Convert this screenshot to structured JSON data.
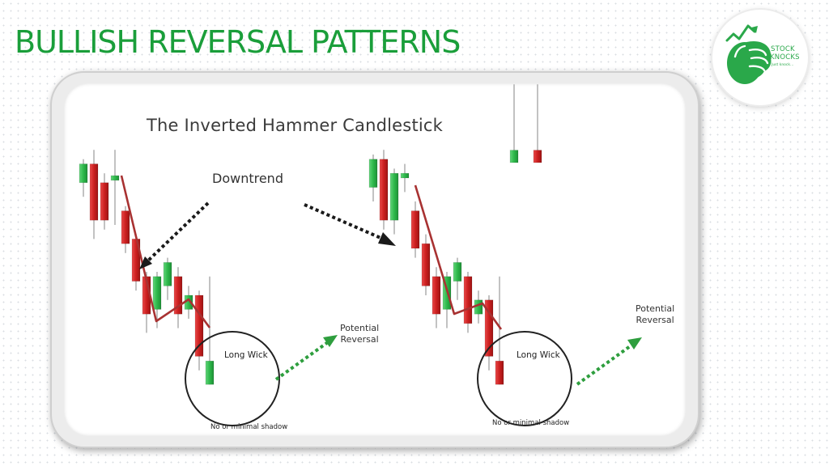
{
  "slide": {
    "title": "BULLISH REVERSAL PATTERNS"
  },
  "logo": {
    "line1": "STOCK",
    "line2": "KNOCKS",
    "tagline": "Just knock..."
  },
  "diagram": {
    "title": "The Inverted Hammer Candlestick",
    "downtrend_label": "Downtrend",
    "long_wick_label": "Long Wick",
    "shadow_label": "No or minimal shadow",
    "reversal_label": "Potential\nReversal",
    "colors": {
      "bullish": "#2db84a",
      "bearish": "#cc1f1f",
      "trend_line": "#a83232",
      "arrow_dark": "#1a1a1a",
      "arrow_green": "#2e9e3e",
      "brand": "#1a9e3a"
    },
    "left_panel_candles": [
      {
        "dir": "bull",
        "open": 49,
        "close": 53,
        "high": 54,
        "low": 46
      },
      {
        "dir": "bear",
        "open": 53,
        "close": 41,
        "high": 56,
        "low": 37
      },
      {
        "dir": "bear",
        "open": 49,
        "close": 41,
        "high": 51,
        "low": 39
      },
      {
        "dir": "bull",
        "open": 49.5,
        "close": 50.5,
        "high": 56,
        "low": 40
      },
      {
        "dir": "bear",
        "open": 43,
        "close": 36,
        "high": 44,
        "low": 34
      },
      {
        "dir": "bear",
        "open": 37,
        "close": 28,
        "high": 38,
        "low": 26
      },
      {
        "dir": "bear",
        "open": 29,
        "close": 21,
        "high": 30,
        "low": 17
      },
      {
        "dir": "bull",
        "open": 22,
        "close": 29,
        "high": 30,
        "low": 18
      },
      {
        "dir": "bull",
        "open": 27,
        "close": 32,
        "high": 33,
        "low": 24
      },
      {
        "dir": "bear",
        "open": 29,
        "close": 21,
        "high": 31,
        "low": 18
      },
      {
        "dir": "bull",
        "open": 22,
        "close": 25,
        "high": 27,
        "low": 20
      },
      {
        "dir": "bear",
        "open": 25,
        "close": 12,
        "high": 26,
        "low": 9
      },
      {
        "dir": "bull",
        "open": 6,
        "close": 11,
        "high": 29,
        "low": 6
      }
    ],
    "right_panel_candles": [
      {
        "dir": "bull",
        "open": 48,
        "close": 54,
        "high": 55,
        "low": 45
      },
      {
        "dir": "bear",
        "open": 54,
        "close": 41,
        "high": 56,
        "low": 39
      },
      {
        "dir": "bull",
        "open": 41,
        "close": 51,
        "high": 52,
        "low": 38
      },
      {
        "dir": "bull",
        "open": 50,
        "close": 51,
        "high": 53,
        "low": 47
      },
      {
        "dir": "bear",
        "open": 43,
        "close": 35,
        "high": 45,
        "low": 33
      },
      {
        "dir": "bear",
        "open": 36,
        "close": 27,
        "high": 38,
        "low": 25
      },
      {
        "dir": "bear",
        "open": 29,
        "close": 21,
        "high": 31,
        "low": 18
      },
      {
        "dir": "bull",
        "open": 22,
        "close": 29,
        "high": 30,
        "low": 18
      },
      {
        "dir": "bull",
        "open": 28,
        "close": 32,
        "high": 33,
        "low": 24
      },
      {
        "dir": "bear",
        "open": 29,
        "close": 19,
        "high": 30,
        "low": 17
      },
      {
        "dir": "bull",
        "open": 21,
        "close": 24,
        "high": 26,
        "low": 19
      },
      {
        "dir": "bear",
        "open": 24,
        "close": 12,
        "high": 25,
        "low": 9
      },
      {
        "dir": "bear",
        "open": 11,
        "close": 6,
        "high": 29,
        "low": 6
      }
    ],
    "legend_candles": [
      {
        "dir": "bull",
        "open": 3.5,
        "close": 0,
        "high": 22,
        "low": 0
      },
      {
        "dir": "bear",
        "open": 3.5,
        "close": 0,
        "high": 22,
        "low": 0
      }
    ]
  }
}
